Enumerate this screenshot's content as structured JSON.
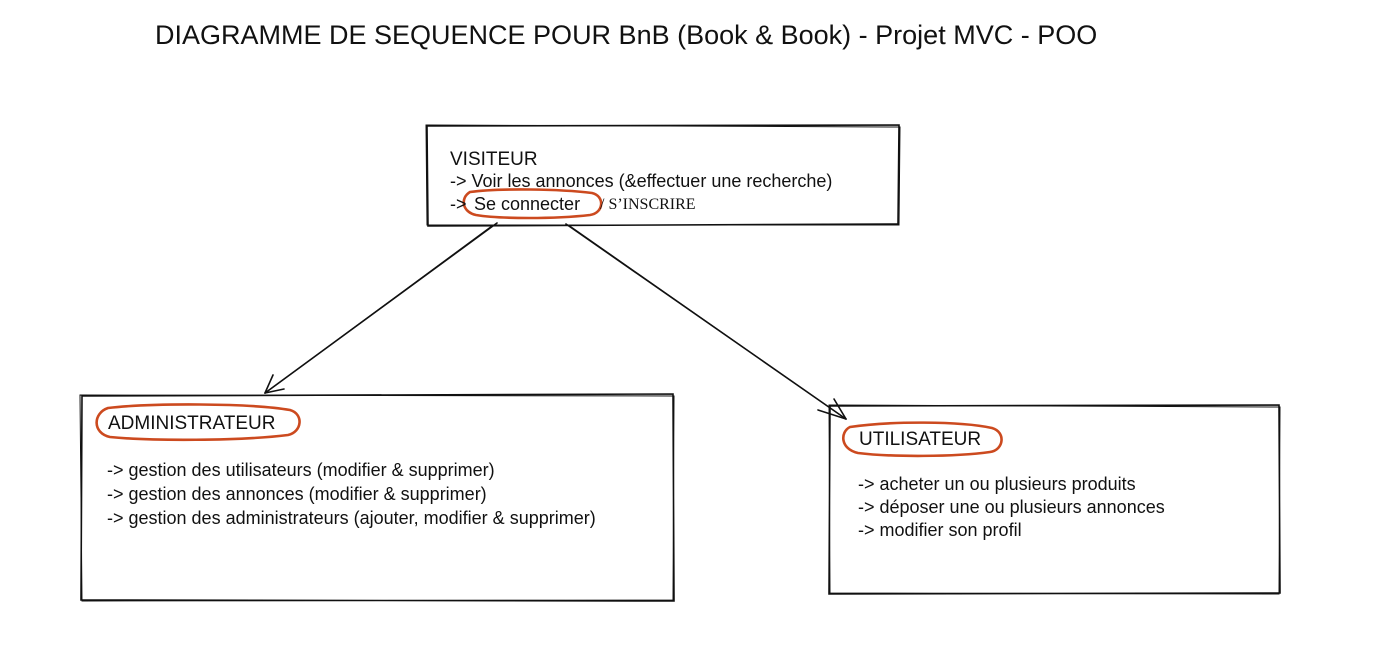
{
  "title": "DIAGRAMME DE SEQUENCE POUR BnB (Book & Book) - Projet MVC - POO",
  "colors": {
    "stroke": "#111111",
    "highlight_circle": "#cc4a1f",
    "background": "#ffffff"
  },
  "visiteur": {
    "heading": "VISITEUR",
    "line1": "-> Voir les annonces (&effectuer une recherche)",
    "line2_prefix": "->",
    "line2_action": "Se connecter",
    "line2_suffix": "/ S’INSCRIRE"
  },
  "administrateur": {
    "heading": "ADMINISTRATEUR",
    "items": [
      "-> gestion des utilisateurs (modifier & supprimer)",
      "-> gestion des annonces (modifier & supprimer)",
      "-> gestion des administrateurs (ajouter, modifier & supprimer)"
    ]
  },
  "utilisateur": {
    "heading": "UTILISATEUR",
    "items": [
      "-> acheter un ou plusieurs produits",
      "-> déposer une ou plusieurs annonces",
      "-> modifier son profil"
    ]
  }
}
